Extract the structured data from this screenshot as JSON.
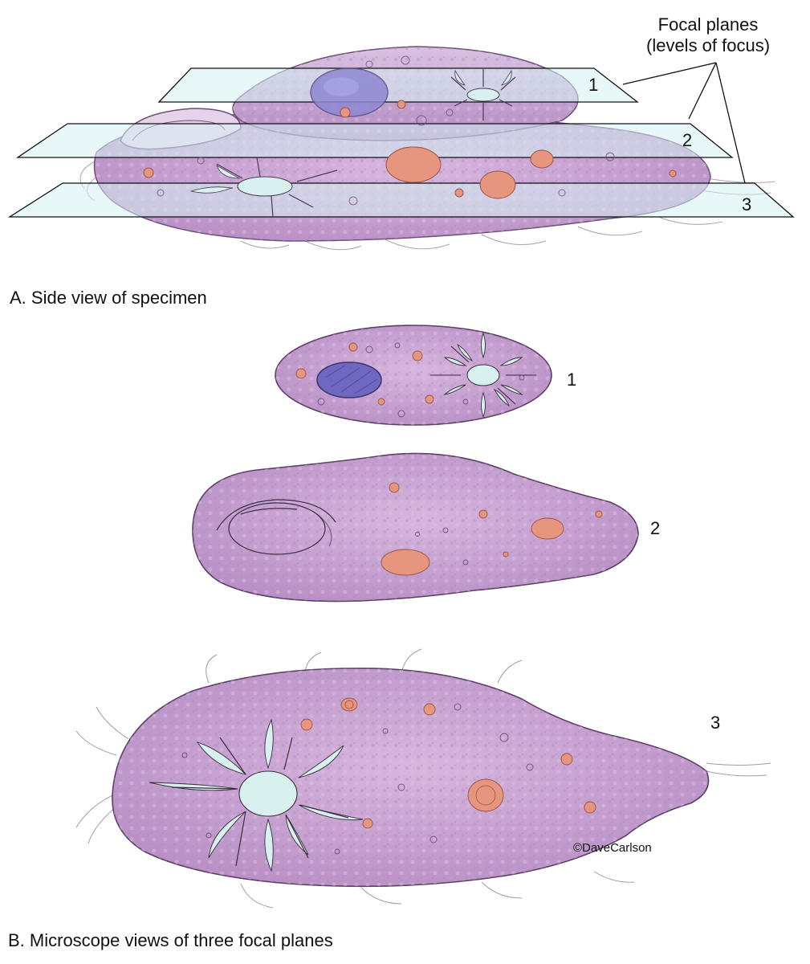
{
  "focal_label": {
    "line1": "Focal planes",
    "line2": "(levels of focus)"
  },
  "plane_numbers": [
    "1",
    "2",
    "3"
  ],
  "caption_a": "A. Side view of specimen",
  "caption_b": "B. Microscope views of three focal planes",
  "credit": "©DaveCarlson",
  "colors": {
    "cell_fill": "#c9a3d3",
    "cell_edge": "#5d3f66",
    "plane_fill": "#d5f3f4",
    "vacuole": "#d8f0ee",
    "nucleus": "#7b74c8",
    "food_vacuole": "#e6957e"
  },
  "icons": {
    "organism": "paramecium-icon",
    "contractile_vacuole": "star-vacuole-icon",
    "nucleus": "nucleus-icon",
    "oral_groove": "oral-groove-icon",
    "cilia": "cilia-icon"
  }
}
